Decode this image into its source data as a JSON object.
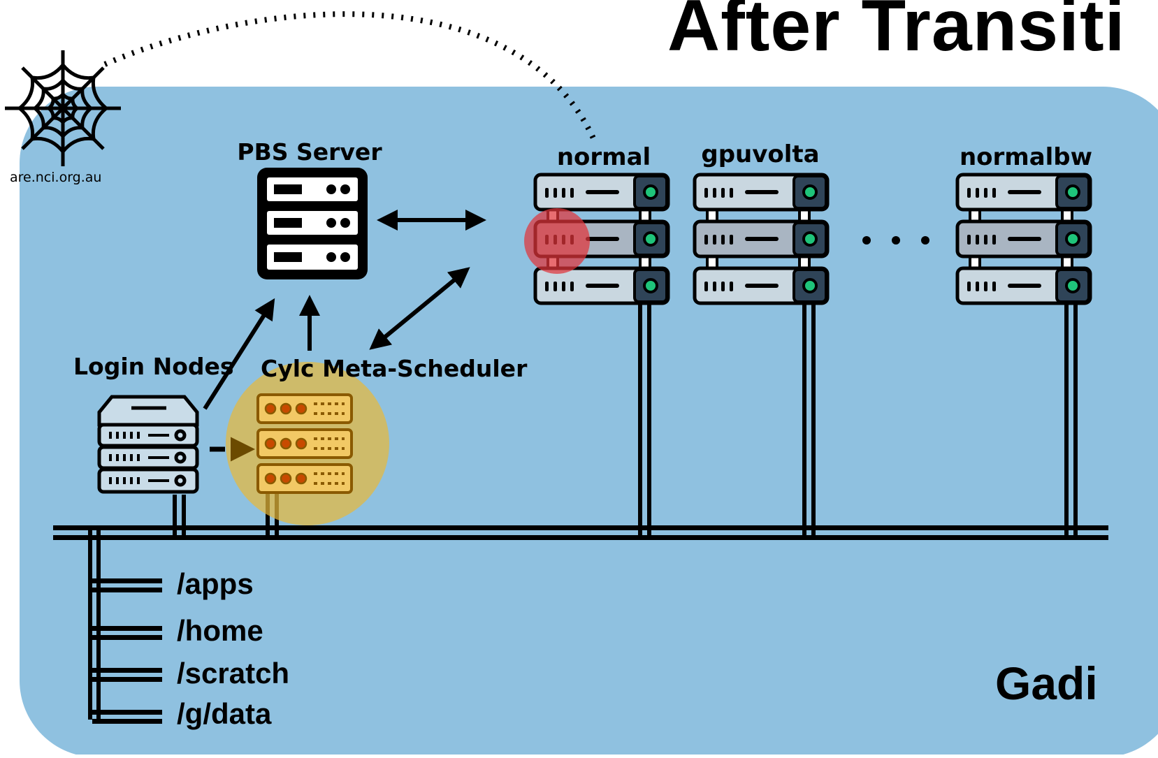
{
  "slide": {
    "title": "After Transiti"
  },
  "web": {
    "icon": "spider-web-icon",
    "url": "are.nci.org.au"
  },
  "pbs": {
    "label": "PBS Server",
    "icon": "server-icon"
  },
  "login": {
    "label": "Login Nodes",
    "icon": "server-icon"
  },
  "cylc": {
    "label": "Cylc Meta-Scheduler",
    "icon": "server-icon",
    "highlight_color": "#e6b83c"
  },
  "queues": [
    {
      "label": "normal",
      "icon": "server-rack-icon"
    },
    {
      "label": "gpuvolta",
      "icon": "server-rack-icon"
    },
    {
      "label": "normalbw",
      "icon": "server-rack-icon"
    }
  ],
  "ellipsis": "· · ·",
  "job_marker_color": "#e0353a",
  "mounts": [
    "/apps",
    "/home",
    "/scratch",
    "/g/data"
  ],
  "system": {
    "name": "Gadi",
    "color": "#8fc1e0"
  }
}
